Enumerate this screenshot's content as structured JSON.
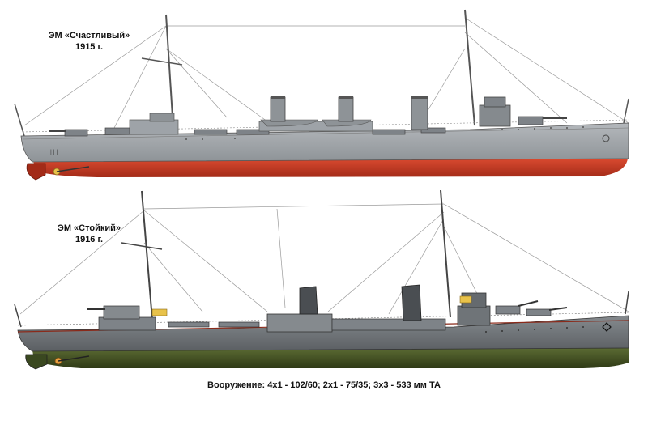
{
  "ships": [
    {
      "name": "ЭМ «Счастливый»",
      "year": "1915 г."
    },
    {
      "name": "ЭМ «Стойкий»",
      "year": "1916 г."
    }
  ],
  "caption": "Вооружение: 4х1 - 102/60; 2х1 - 75/35; 3х3 - 533 мм ТА",
  "colors": {
    "hull_grey_1": "#9ea3a8",
    "hull_grey_2": "#6f7478",
    "underwater_red": "#c7402a",
    "underwater_green": "#4a5a2a",
    "stripe": "#8a2a1a",
    "accent_yellow": "#e8c24a"
  }
}
